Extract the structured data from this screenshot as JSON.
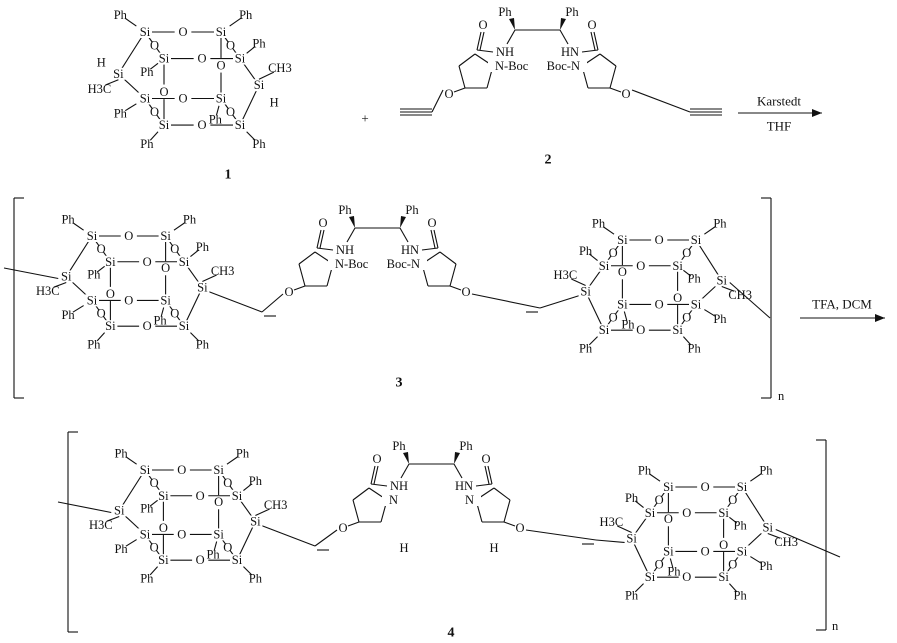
{
  "compounds": {
    "c1": "1",
    "c2": "2",
    "c3": "3",
    "c4": "4"
  },
  "plus": "+",
  "conditions": {
    "step1_top": "Karstedt",
    "step1_bottom": "THF",
    "step2": "TFA, DCM"
  },
  "atoms": {
    "si": "Si",
    "o": "O",
    "ph": "Ph",
    "h": "H",
    "ch3": "CH3",
    "h3c": "H3C",
    "nh": "NH",
    "hn": "HN",
    "n_boc": "N-Boc",
    "boc_n": "Boc-N",
    "n": "N",
    "h_n": "H",
    "ch3_sub": "3",
    "n_sub": "n"
  }
}
